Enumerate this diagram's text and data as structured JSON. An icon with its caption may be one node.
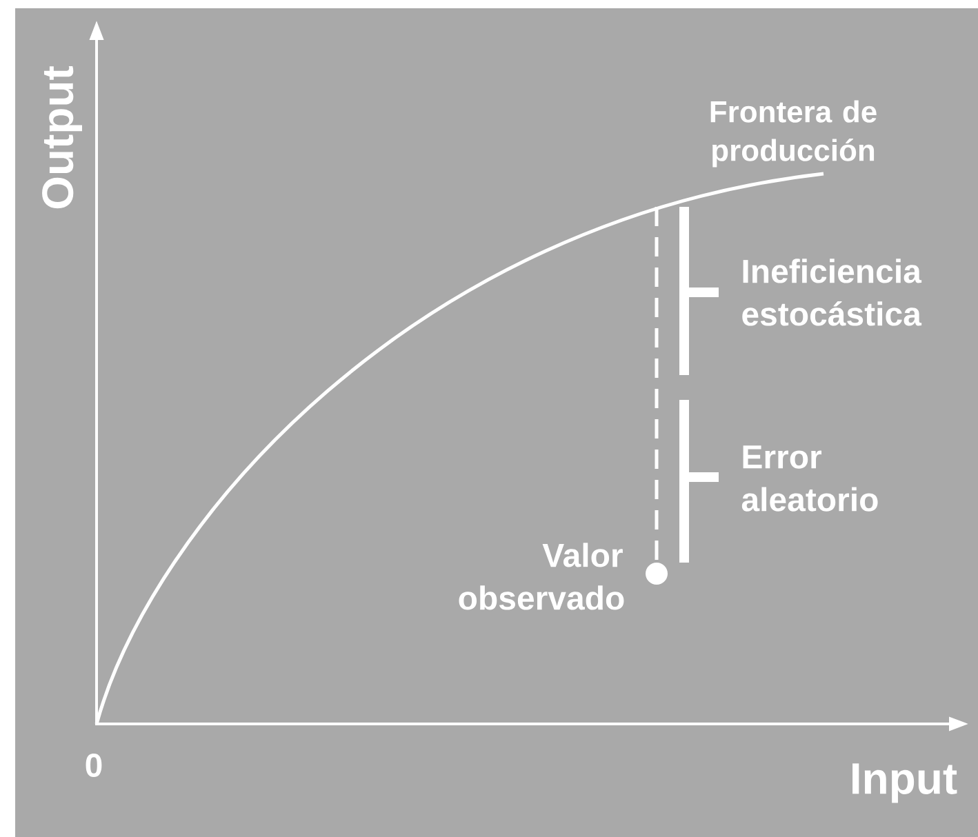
{
  "diagram": {
    "labels": [
      "Frontera de producción",
      "Output",
      "Ineficiencia estocástica",
      "Error aleatorio",
      "Valor observado",
      "0",
      "Input"
    ]
  }
}
